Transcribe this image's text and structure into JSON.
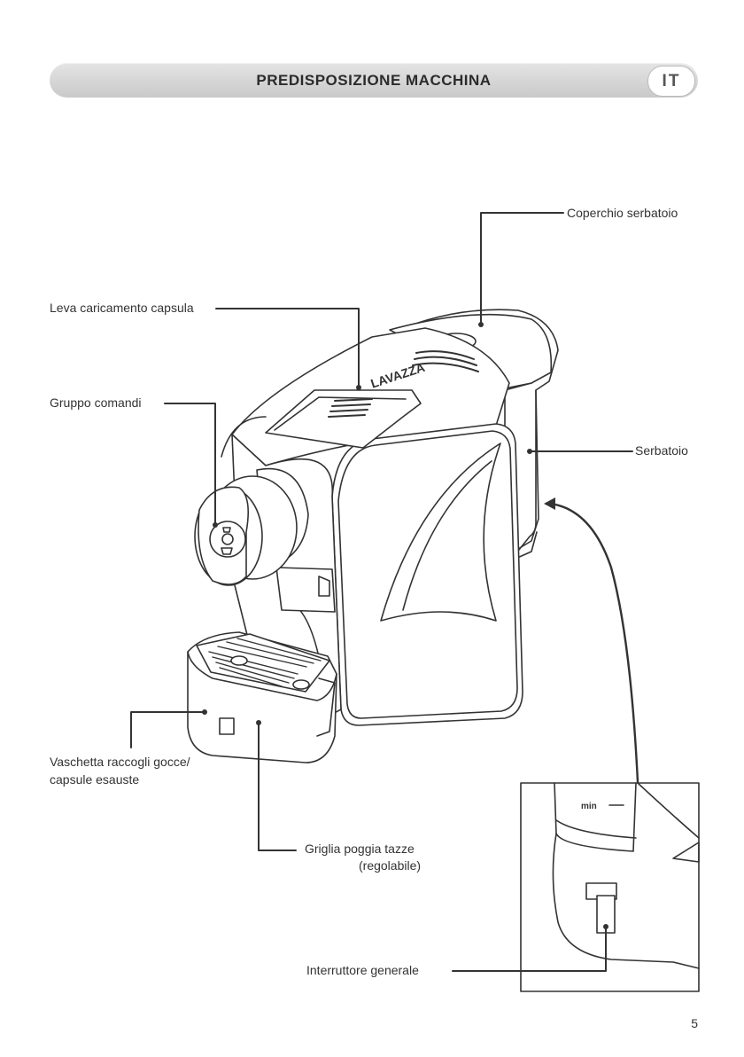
{
  "header": {
    "title": "PREDISPOSIZIONE MACCHINA",
    "language": "IT"
  },
  "labels": {
    "tank_cover": "Coperchio serbatoio",
    "capsule_lever": "Leva caricamento capsula",
    "control_group": "Gruppo comandi",
    "tank": "Serbatoio",
    "drip_tray_line1": "Vaschetta raccogli gocce/",
    "drip_tray_line2": "capsule esauste",
    "cup_grid_line1": "Griglia poggia tazze",
    "cup_grid_line2": "(regolabile)",
    "main_switch": "Interruttore generale"
  },
  "machine": {
    "brand_text": "LAVAZZA",
    "min_mark": "min"
  },
  "footer": {
    "page_number": "5"
  },
  "colors": {
    "header_bar": "#d6d6d6",
    "line": "#333333"
  }
}
